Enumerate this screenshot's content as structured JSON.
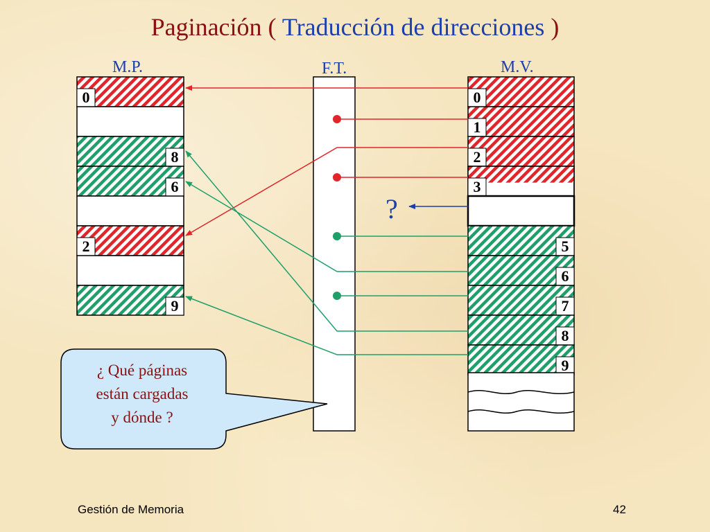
{
  "title": {
    "part1": "Paginación ( ",
    "part2": "Traducción de direcciones",
    "part3": " )"
  },
  "labels": {
    "mp": "M.P.",
    "ft": "F.T.",
    "mv": "M.V."
  },
  "mp_frames": [
    {
      "label": "0",
      "pattern": "red",
      "label_side": "left"
    },
    {
      "label": "",
      "pattern": "empty",
      "label_side": "left"
    },
    {
      "label": "8",
      "pattern": "green",
      "label_side": "right"
    },
    {
      "label": "6",
      "pattern": "green",
      "label_side": "right"
    },
    {
      "label": "",
      "pattern": "empty",
      "label_side": "left"
    },
    {
      "label": "2",
      "pattern": "red",
      "label_side": "left"
    },
    {
      "label": "",
      "pattern": "empty",
      "label_side": "left"
    },
    {
      "label": "9",
      "pattern": "green",
      "label_side": "right"
    }
  ],
  "mv_pages": [
    {
      "label": "0",
      "pattern": "red",
      "label_side": "left"
    },
    {
      "label": "1",
      "pattern": "red",
      "label_side": "left"
    },
    {
      "label": "2",
      "pattern": "red",
      "label_side": "left"
    },
    {
      "label": "3",
      "pattern": "red-half",
      "label_side": "left"
    },
    {
      "label": "",
      "pattern": "selected",
      "label_side": "left"
    },
    {
      "label": "5",
      "pattern": "green",
      "label_side": "right"
    },
    {
      "label": "6",
      "pattern": "green",
      "label_side": "right"
    },
    {
      "label": "7",
      "pattern": "green",
      "label_side": "right"
    },
    {
      "label": "8",
      "pattern": "green",
      "label_side": "right"
    },
    {
      "label": "9",
      "pattern": "green",
      "label_side": "right"
    }
  ],
  "question_mark": "?",
  "bubble": {
    "line1": "¿ Qué páginas",
    "line2": "están cargadas",
    "line3": "y dónde ?"
  },
  "colors": {
    "red": "#e0252b",
    "green": "#1f9f6a",
    "blue": "#1c3fae",
    "title": "#8b1010",
    "bubble": "#cfe9fb"
  },
  "footer": {
    "left": "Gestión de Memoria",
    "right": "42"
  }
}
